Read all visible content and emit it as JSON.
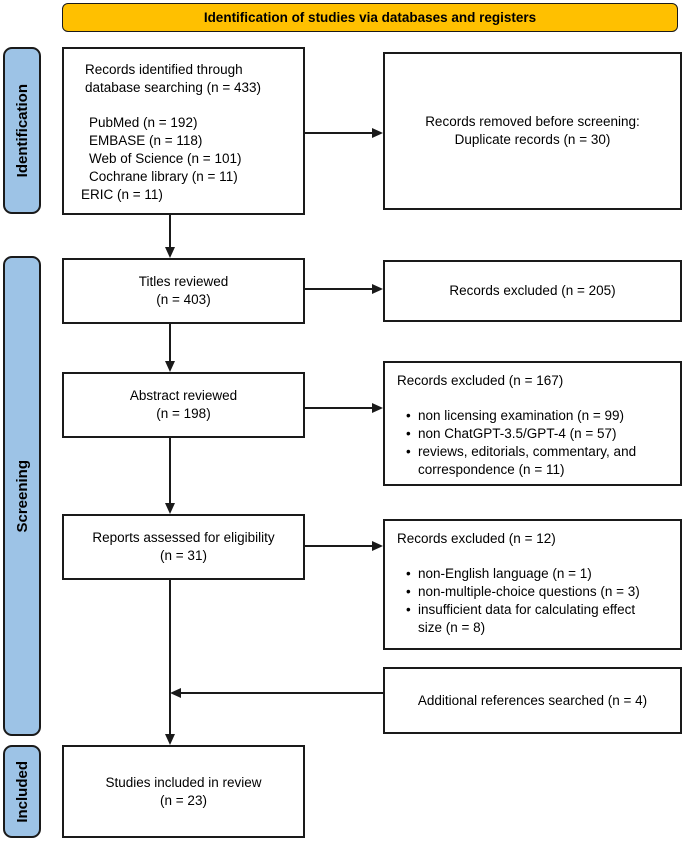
{
  "banner": {
    "title": "Identification of studies via databases and registers"
  },
  "stages": {
    "identification": "Identification",
    "screening": "Screening",
    "included": "Included"
  },
  "boxes": {
    "records_identified": {
      "heading": "Records identified through\ndatabase searching (n = 433)",
      "sources": [
        "PubMed (n = 192)",
        "EMBASE (n = 118)",
        "Web of Science (n = 101)",
        "Cochrane library (n = 11)",
        "ERIC (n = 11)"
      ]
    },
    "records_removed": {
      "text": "Records removed before screening:\nDuplicate records (n = 30)"
    },
    "titles_reviewed": {
      "text": "Titles reviewed\n(n = 403)"
    },
    "records_excluded_titles": {
      "text": "Records excluded (n = 205)"
    },
    "abstract_reviewed": {
      "text": "Abstract reviewed\n(n = 198)"
    },
    "records_excluded_abstracts": {
      "heading": "Records excluded (n = 167)",
      "bullets": [
        "non licensing examination (n = 99)",
        "non ChatGPT-3.5/GPT-4 (n = 57)",
        "reviews, editorials, commentary, and\ncorrespondence (n = 11)"
      ]
    },
    "reports_assessed": {
      "text": "Reports assessed for eligibility\n(n = 31)"
    },
    "records_excluded_reports": {
      "heading": "Records excluded (n = 12)",
      "bullets": [
        "non-English language (n = 1)",
        "non-multiple-choice questions (n = 3)",
        "insufficient data for calculating effect\nsize (n = 8)"
      ]
    },
    "additional_references": {
      "text": "Additional references searched (n = 4)"
    },
    "studies_included": {
      "text": "Studies included in review\n(n = 23)"
    }
  },
  "glyphs": {
    "bullet": "•"
  },
  "colors": {
    "banner_bg": "#FFC000",
    "stage_bg": "#9DC3E6",
    "box_bg": "#FFFFFF",
    "line": "#1a1a1a"
  }
}
